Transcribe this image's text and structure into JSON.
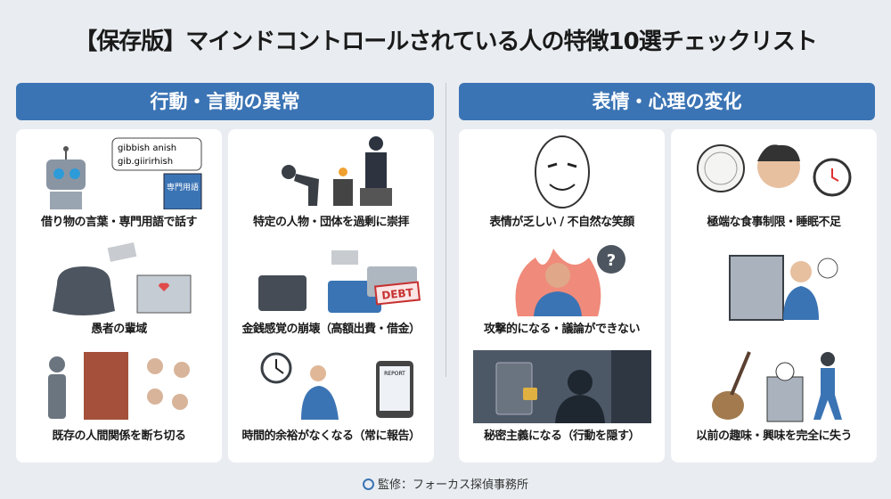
{
  "title": "【保存版】マインドコントロールされている人の特徴10選チェックリスト",
  "sections": [
    {
      "label": "行動・言動の異常"
    },
    {
      "label": "表情・心理の変化"
    }
  ],
  "items": {
    "c1": [
      {
        "caption": "借り物の言葉・専門用語で話す",
        "bubble_line1": "gibbish anish",
        "bubble_line2": "gib.giirirhish",
        "book_label": "専門用語"
      },
      {
        "caption": "愚者の輩域"
      },
      {
        "caption": "既存の人間関係を断ち切る"
      }
    ],
    "c2": [
      {
        "caption": "特定の人物・団体を過剰に崇拝"
      },
      {
        "caption": "金銭感覚の崩壊（高額出費・借金）",
        "stamp": "DEBT"
      },
      {
        "caption": "時間的余裕がなくなる（常に報告）",
        "tablet_label": "REPORT"
      }
    ],
    "c3": [
      {
        "caption": "表情が乏しい / 不自然な笑顔"
      },
      {
        "caption": "攻撃的になる・議論ができない",
        "bubble": "?"
      },
      {
        "caption": "秘密主義になる（行動を隠す）"
      }
    ],
    "c4": [
      {
        "caption": "極端な食事制限・睡眠不足"
      },
      {
        "caption": ""
      },
      {
        "caption": "以前の趣味・興味を完全に失う"
      }
    ]
  },
  "footer": {
    "icon": "search-icon",
    "text": "監修：フォーカス探偵事務所"
  },
  "colors": {
    "accent": "#3b74b4",
    "background": "#e9edf1"
  }
}
